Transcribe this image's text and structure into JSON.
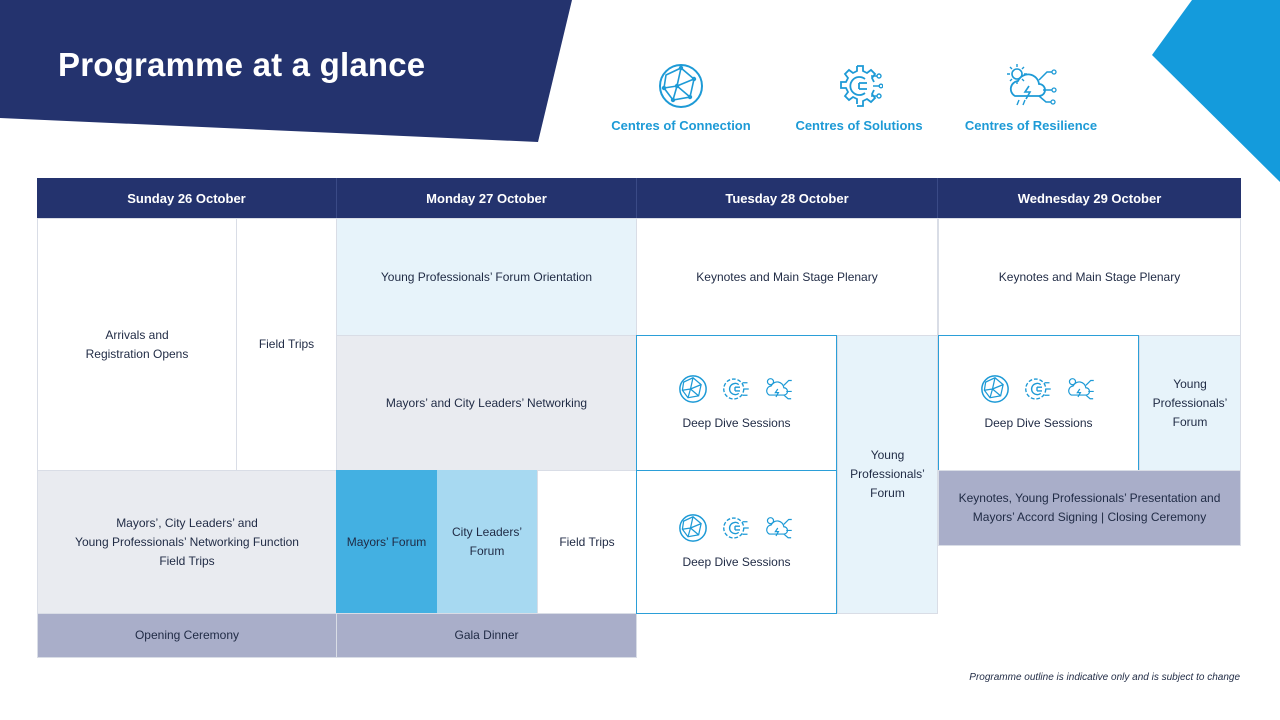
{
  "title": "Programme at a glance",
  "colors": {
    "navy": "#24336e",
    "accent": "#1d9ad6",
    "corner": "#149bdc"
  },
  "centres": [
    {
      "label": "Centres of Connection",
      "icon": "globe-network-icon"
    },
    {
      "label": "Centres of Solutions",
      "icon": "gear-circuit-icon"
    },
    {
      "label": "Centres of Resilience",
      "icon": "cloud-sun-circuit-icon"
    }
  ],
  "days": [
    "Sunday 26 October",
    "Monday 27 October",
    "Tuesday 28 October",
    "Wednesday 29 October"
  ],
  "sunday": {
    "arrivals": "Arrivals and\nRegistration Opens",
    "field_trips": "Field Trips",
    "networking_function": "Mayors’, City Leaders’ and\nYoung Professionals’ Networking Function\nField Trips",
    "opening": "Opening Ceremony"
  },
  "monday": {
    "yp_orientation": "Young Professionals’ Forum Orientation",
    "networking": "Mayors’ and City Leaders’ Networking",
    "mayors_forum": "Mayors’ Forum",
    "city_leaders_forum": "City Leaders’\nForum",
    "field_trips": "Field Trips",
    "gala": "Gala Dinner"
  },
  "tuesday": {
    "keynotes": "Keynotes and Main Stage Plenary",
    "deep_dive_1": "Deep Dive Sessions",
    "deep_dive_2": "Deep Dive Sessions",
    "yp_forum": "Young\nProfessionals’\nForum"
  },
  "wednesday": {
    "keynotes": "Keynotes and Main Stage Plenary",
    "deep_dive": "Deep Dive Sessions",
    "yp_forum": "Young\nProfessionals’\nForum",
    "closing": "Keynotes, Young Professionals’ Presentation and\nMayors’ Accord Signing  |  Closing Ceremony"
  },
  "disclaimer": "Programme outline is indicative only and is subject to change"
}
